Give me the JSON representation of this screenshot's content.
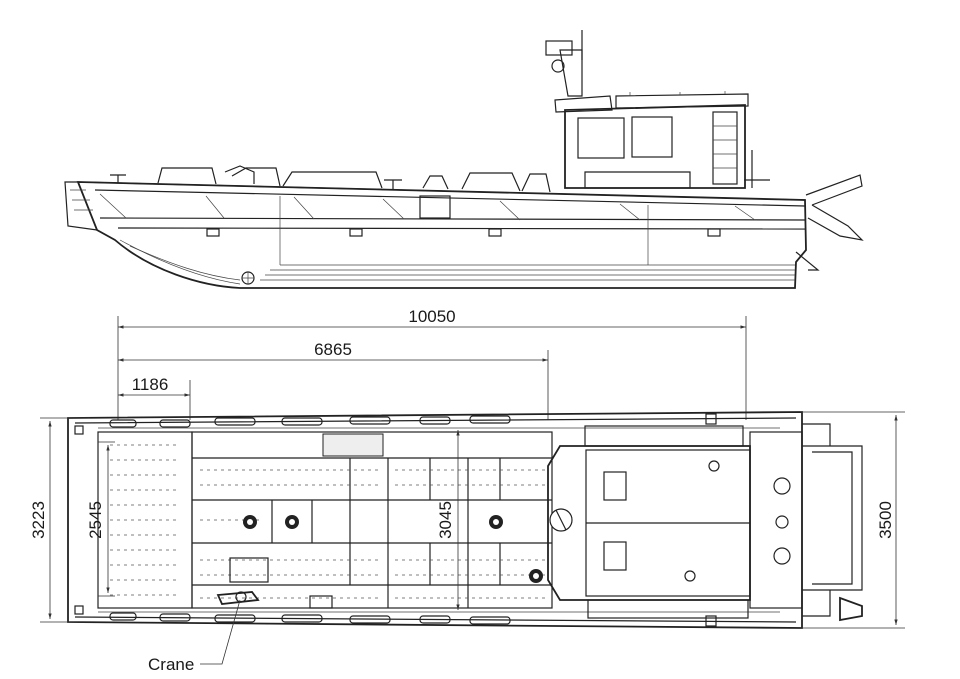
{
  "dimensions": {
    "overall_length": "10050",
    "length_to_wheelhouse": "6865",
    "bow_ramp_length": "1186",
    "hull_width": "3223",
    "ramp_width": "2545",
    "deck_width": "3045",
    "max_beam": "3500"
  },
  "labels": {
    "crane": "Crane"
  }
}
